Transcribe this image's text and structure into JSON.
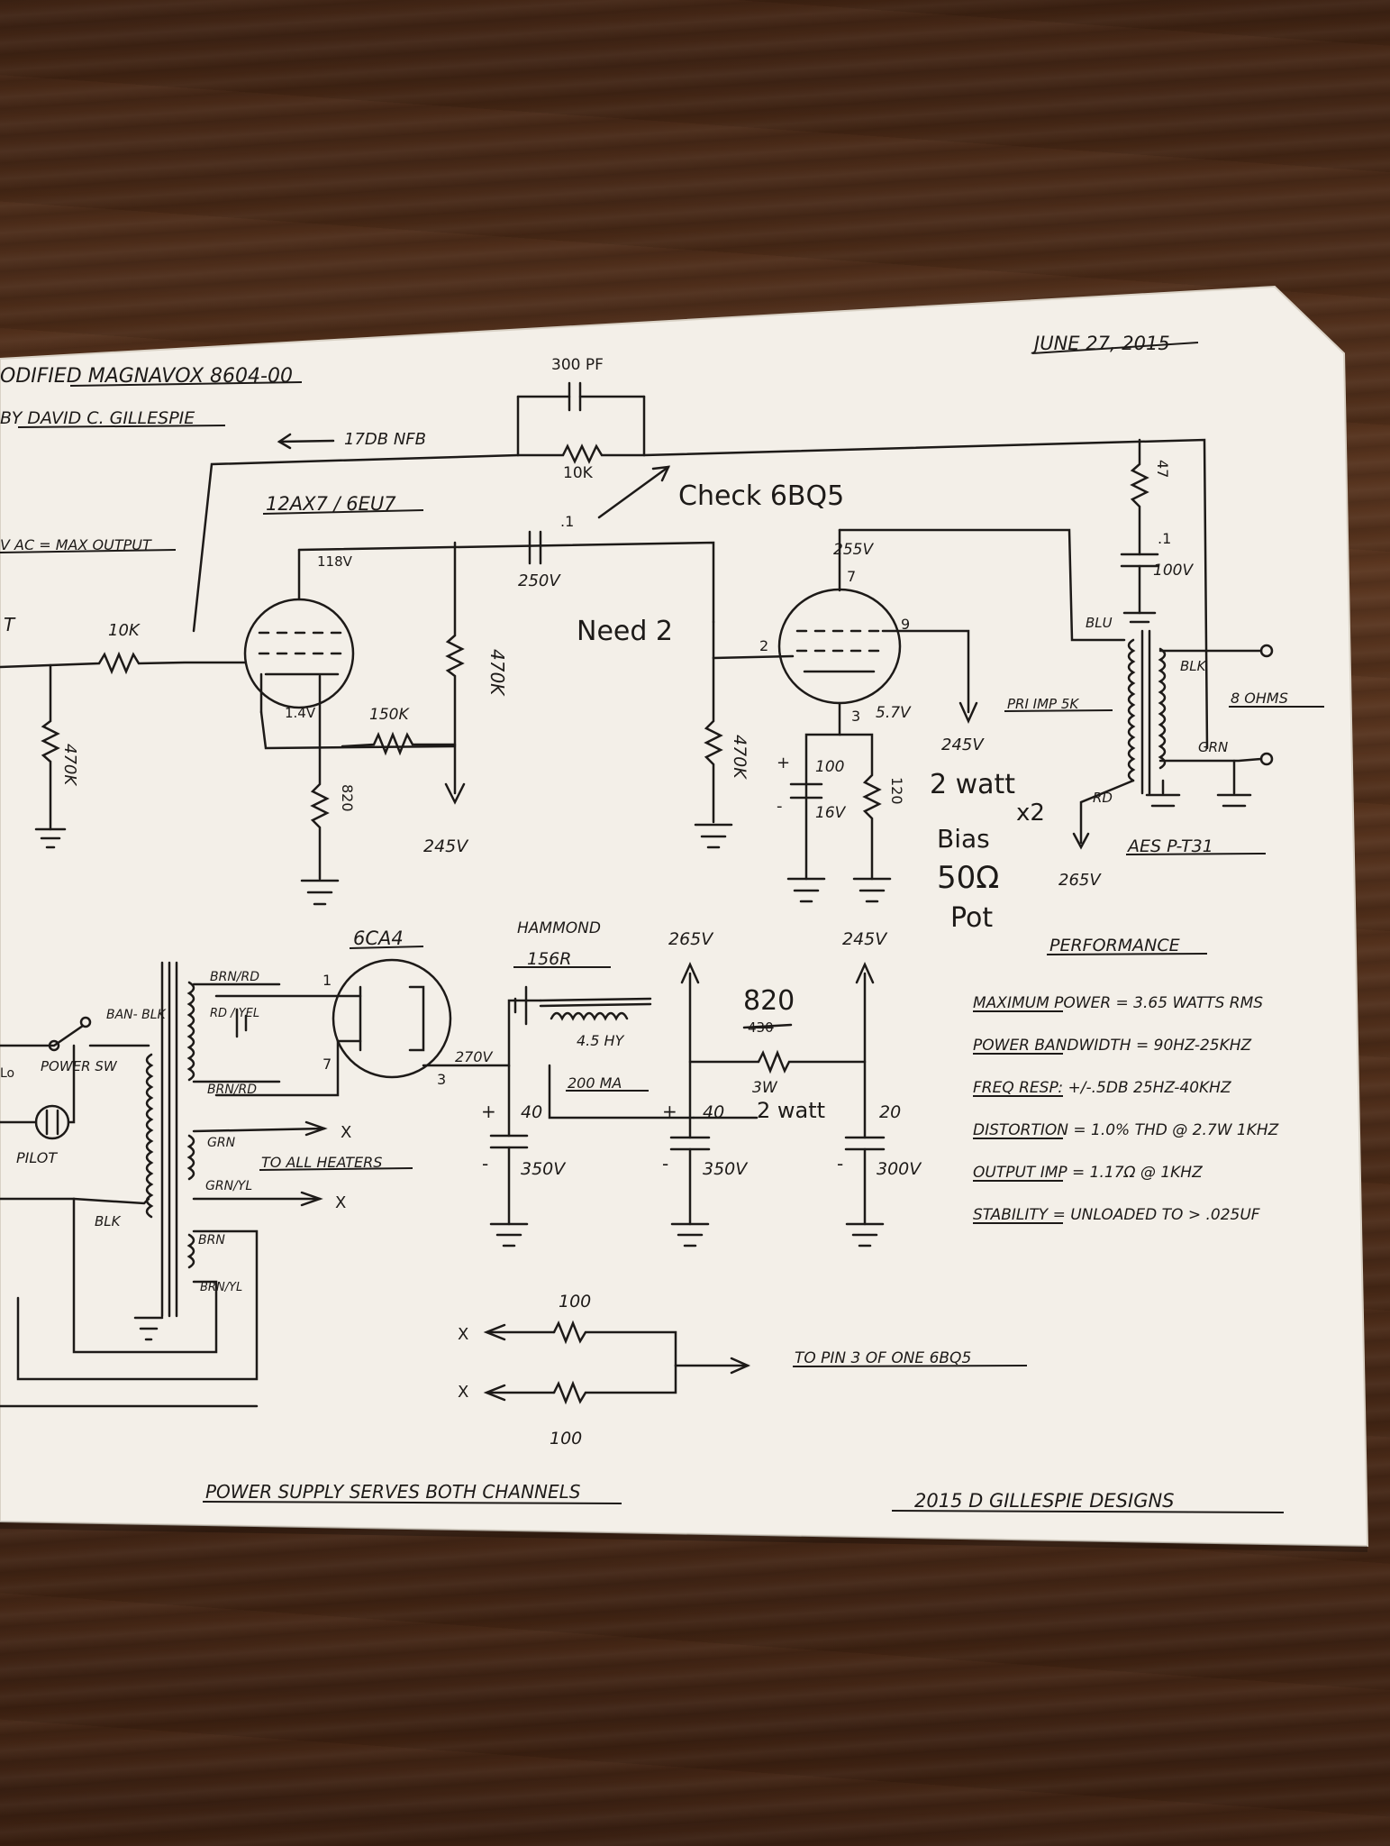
{
  "header": {
    "title": "ODIFIED MAGNAVOX 8604-00",
    "author": "BY DAVID C. GILLESPIE",
    "date": "JUNE 27, 2015",
    "nfb": "17DB NFB",
    "left_note": "V AC = MAX OUTPUT",
    "left_stub": "T"
  },
  "feedback": {
    "cap": "300 PF",
    "res": "10K"
  },
  "preamp": {
    "tube": "12AX7 / 6EU7",
    "plate_v": "118V",
    "cathode_v": "1.4V",
    "input_res": "10K",
    "grid_res": "470K",
    "plate_res": "470K",
    "fb_res": "150K",
    "cathode_res": "820",
    "supply": "245V",
    "coupling_cap": ".1",
    "coupling_v": "250V"
  },
  "notes": {
    "check": "Check 6BQ5",
    "need": "Need 2",
    "two_watt": "2 watt",
    "x2": "x2",
    "bias": "Bias",
    "pot": "50Ω",
    "pot2": "Pot"
  },
  "output": {
    "tube_plate_v": "255V",
    "pin7": "7",
    "pin9": "9",
    "pin2": "2",
    "pin3": "3",
    "cathode_v": "5.7V",
    "grid_res": "470K",
    "cap_val": "100",
    "cap_v": "16V",
    "cathode_res": "120",
    "screen_v": "245V",
    "prim_imp": "PRI IMP 5K",
    "blu": "BLU",
    "rd": "RD",
    "blk": "BLK",
    "grn": "GRN",
    "ohms": "8 OHMS",
    "xfmr": "AES P-T31",
    "b_plus": "265V",
    "snub_r": "47",
    "snub_c": ".1",
    "snub_v": "100V"
  },
  "power": {
    "rect": "6CA4",
    "choke_make": "HAMMOND",
    "choke_model": "156R",
    "choke_h": "4.5 HY",
    "choke_ma": "200 MA",
    "rect_out": "270V",
    "rect_pin1": "1",
    "rect_pin7": "7",
    "rect_pin3": "3",
    "v1": "265V",
    "v2": "245V",
    "r_drop": "820",
    "r_drop_old": "430",
    "r_watt": "3W",
    "r_watt2": "2 watt",
    "cap1": "40",
    "cap1_v": "350V",
    "cap2": "40",
    "cap2_v": "350V",
    "cap3": "20",
    "cap3_v": "300V",
    "brn_rd": "BRN/RD",
    "rd_yel": "RD / YEL",
    "brn_rd2": "BRN/RD",
    "grn": "GRN",
    "grn_yl": "GRN/YL",
    "brn": "BRN",
    "brn_yl": "BRN/YL",
    "heaters": "TO ALL HEATERS",
    "ban_blk": "BAN- BLK",
    "power_sw": "POWER SW",
    "pilot": "PILOT",
    "blk": "BLK",
    "hum_r": "100",
    "hum_r2": "100",
    "hum_note": "TO PIN 3 OF ONE 6BQ5",
    "footer_left": "POWER SUPPLY SERVES BOTH CHANNELS",
    "x": "X"
  },
  "performance": {
    "title": "PERFORMANCE",
    "items": [
      "MAXIMUM POWER = 3.65 WATTS RMS",
      "POWER BANDWIDTH = 90HZ-25KHZ",
      "FREQ RESP: +/-.5DB 25HZ-40KHZ",
      "DISTORTION = 1.0% THD @ 2.7W 1KHZ",
      "OUTPUT IMP = 1.17Ω @ 1KHZ",
      "STABILITY = UNLOADED TO > .025UF"
    ]
  },
  "footer": "2015 D GILLESPIE DESIGNS"
}
